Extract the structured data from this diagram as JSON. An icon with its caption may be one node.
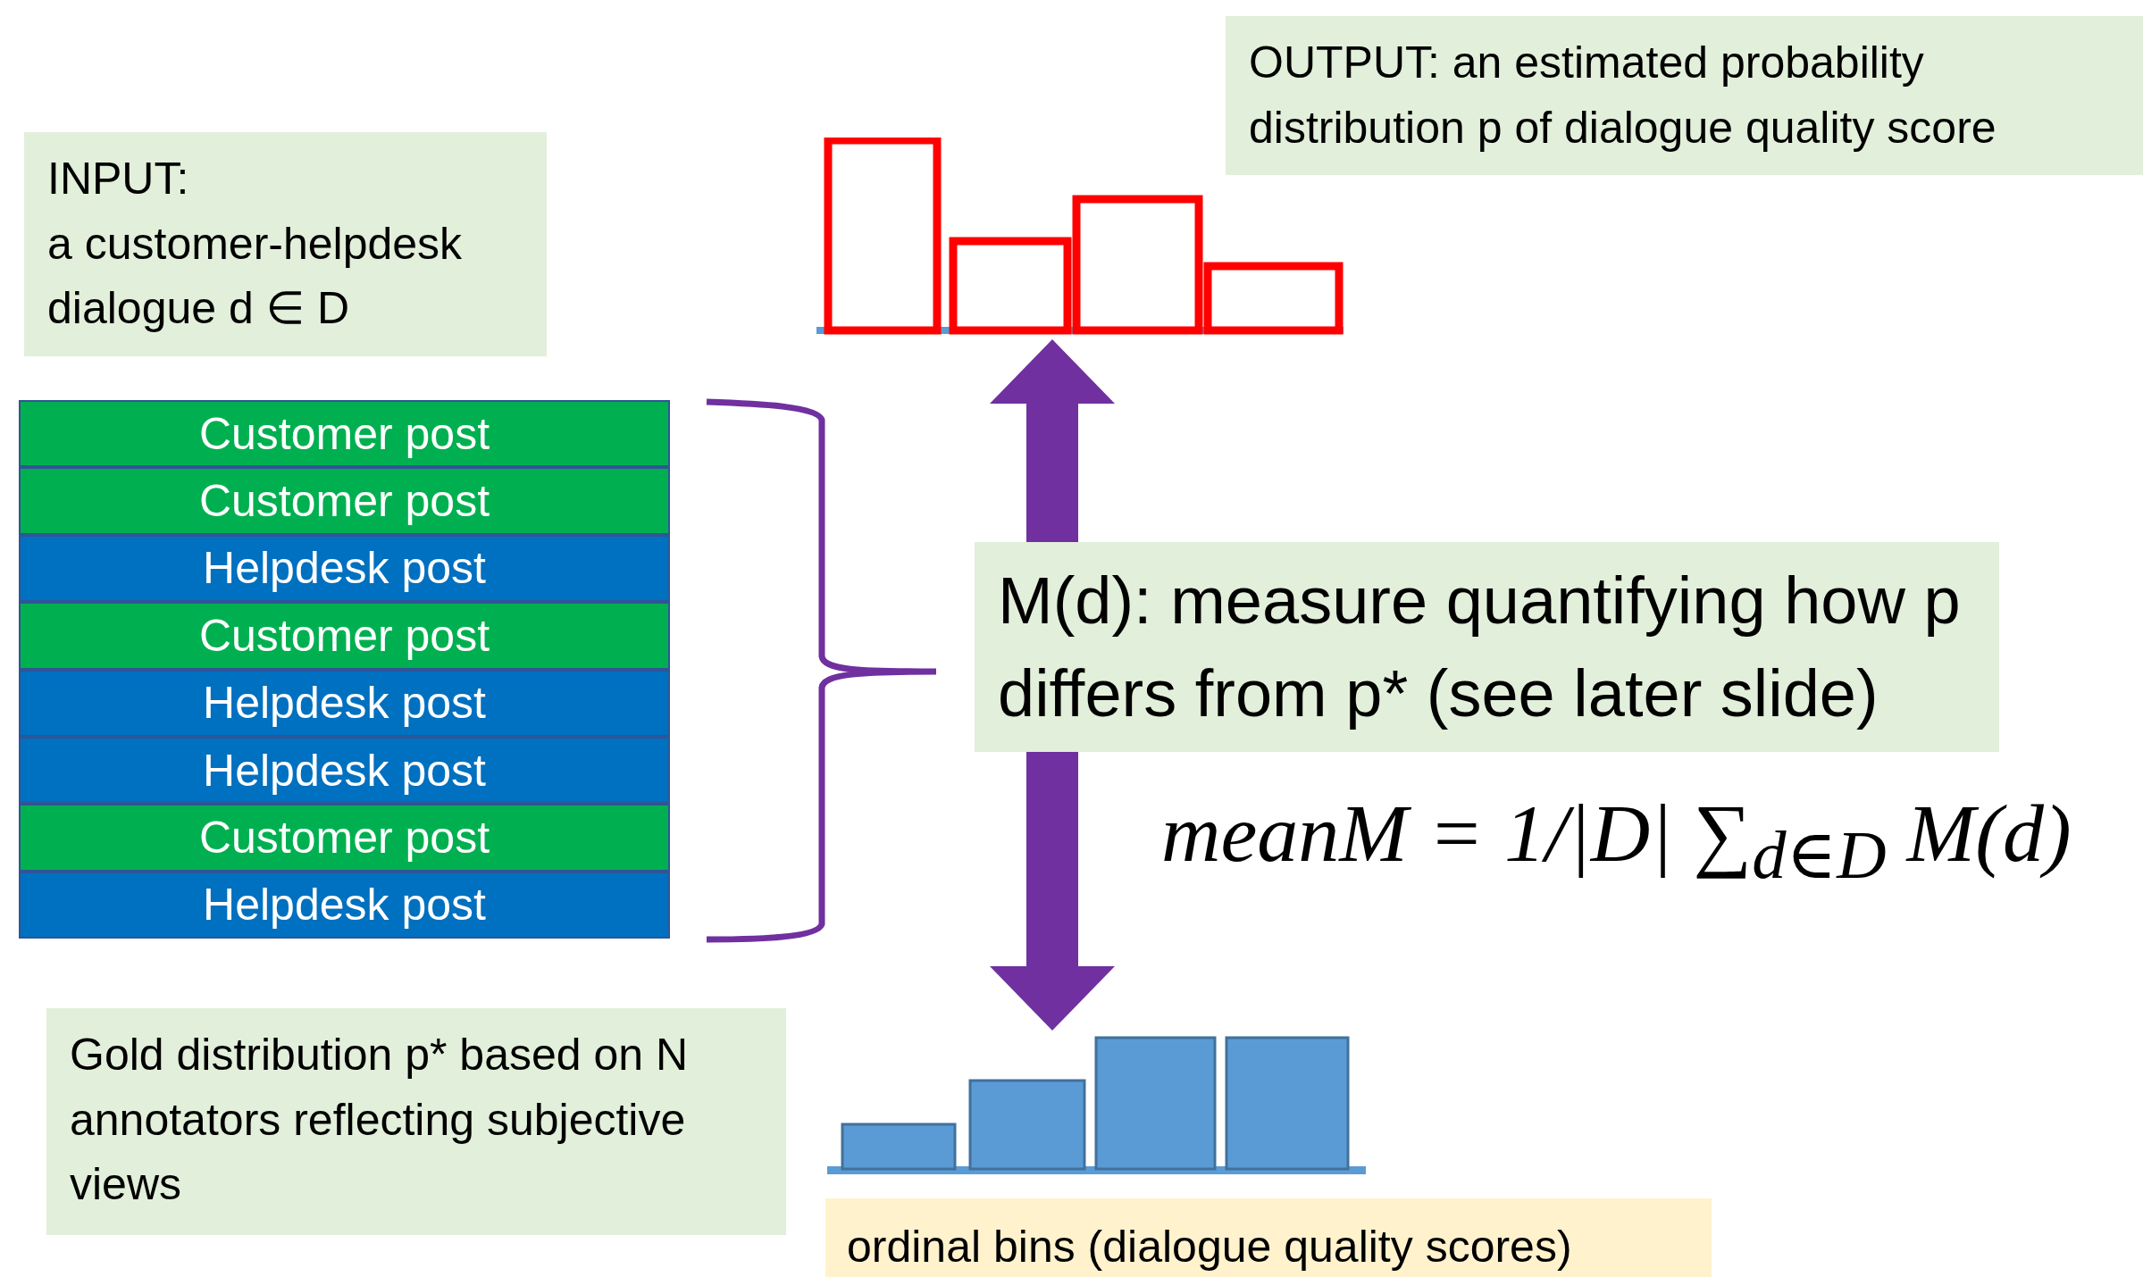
{
  "diagram": {
    "nodes": [
      {
        "text": [
          "INPUT:",
          "a customer-helpdesk dialogue d ∈ D"
        ]
      },
      {
        "text": [
          "Customer post"
        ]
      },
      {
        "text": [
          "Customer post"
        ]
      },
      {
        "text": [
          "Helpdesk post"
        ]
      },
      {
        "text": [
          "Customer post"
        ]
      },
      {
        "text": [
          "Helpdesk post"
        ]
      },
      {
        "text": [
          "Helpdesk post"
        ]
      },
      {
        "text": [
          "Customer post"
        ]
      },
      {
        "text": [
          "Helpdesk post"
        ]
      },
      {
        "text": [],
        "shape": "picture"
      },
      {
        "text": [
          "OUTPUT: an estimated probability distribution p of dialogue quality score"
        ]
      },
      {
        "text": [],
        "shape": "picture"
      },
      {
        "text": [
          "Gold distribution p* based on N annotators reflecting subjective views"
        ]
      },
      {
        "text": [
          "ordinal bins (dialogue quality scores)"
        ]
      }
    ],
    "edges": [
      {
        "from": 11,
        "to": 9,
        "arrow": "both",
        "label": "M(d): measure quantifying how p differs from p* (see later slide)"
      }
    ],
    "labels": [
      "meanM = 1/|D| ∑$_{d∈D}$ M(d)"
    ]
  }
}
